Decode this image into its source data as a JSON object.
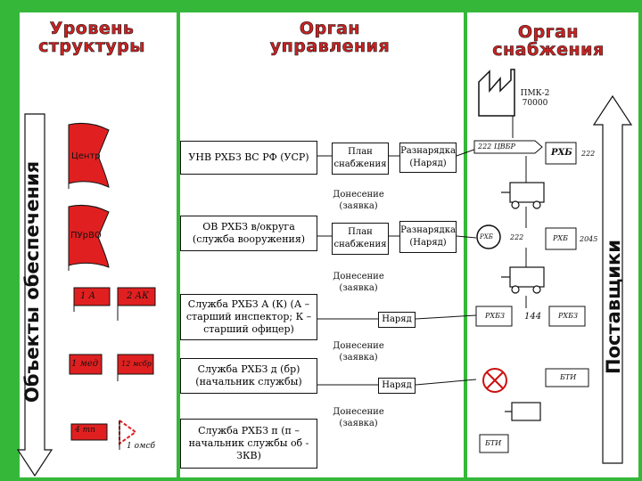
{
  "headers": {
    "structure_level": "Уровень структуры",
    "management_body": "Орган управления",
    "supply_body": "Орган снабжения"
  },
  "side_labels": {
    "left": "Объекты обеспечения",
    "right": "Поставщики"
  },
  "pmk": {
    "line1": "ПМК-2",
    "line2": "70000"
  },
  "levels": {
    "center": "Центр",
    "pur_vo": "ПУрВО",
    "a1": "1 А",
    "ak2": "2 АК",
    "med1": "1 мед",
    "msbr12": "12 мсбр",
    "tp4": "4 тп",
    "omsb1": "1 омсб"
  },
  "org": {
    "unv": "УНВ РХБЗ ВС РФ (УСР)",
    "ov": "ОВ РХБЗ в/округа (служба вооружения)",
    "army": "Служба РХБЗ А (К) (А – старший инспектор; К – старший офицер)",
    "brigade": "Служба РХБЗ д (бр) (начальник службы)",
    "regiment": "Служба РХБЗ п (п – начальник службы об - ЗКВ)"
  },
  "flows": {
    "supply_plan_1": "План снабжения",
    "allocation_1": "Разнарядка (Наряд)",
    "report_1": "Донесение (заявка)",
    "supply_plan_2": "План снабжения",
    "allocation_2": "Разнарядка (Наряд)",
    "report_2": "Донесение (заявка)",
    "order_1": "Наряд",
    "report_3": "Донесение (заявка)",
    "order_2": "Наряд",
    "report_4": "Донесение (заявка)"
  },
  "supply": {
    "r1_left": "222 ЦВБР",
    "r1_right": "РХБ",
    "r1_num": "222",
    "r2_left": "РХБ",
    "r2_mid": "222",
    "r2_right": "РХБ",
    "r2_num": "2045",
    "r3_left": "РХБЗ",
    "r3_mid": "144",
    "r3_right": "РХБЗ",
    "r4_right": "БТИ",
    "r5_left": "БТИ"
  },
  "colors": {
    "background": "#35b83a",
    "flag": "#e02020",
    "header_text": "#cc2222"
  }
}
